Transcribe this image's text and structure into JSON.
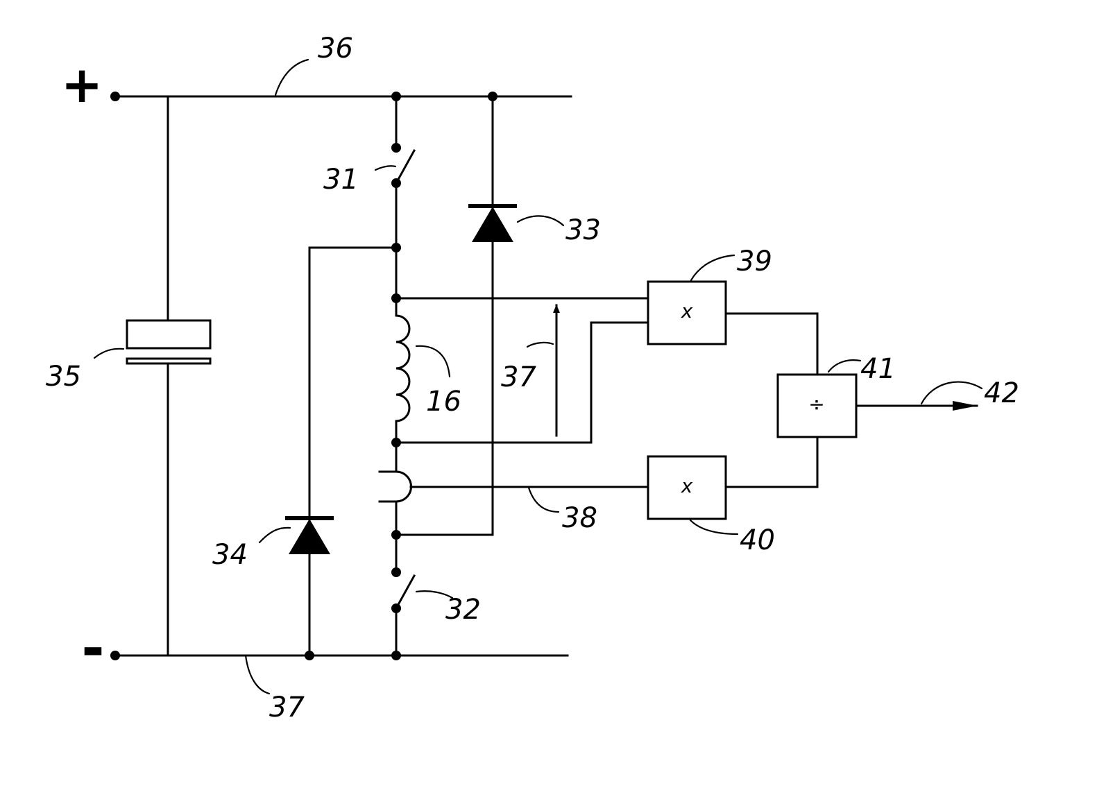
{
  "terminals": {
    "positive": "+",
    "negative": "-"
  },
  "labels": {
    "switch_31": "31",
    "switch_32": "32",
    "diode_33": "33",
    "diode_34": "34",
    "capacitor_35": "35",
    "rail_36": "36",
    "rail_37": "37",
    "voltage_37": "37",
    "sensor_38": "38",
    "coil_16": "16",
    "multiplier_39": "39",
    "multiplier_40": "40",
    "divider_41": "41",
    "output_42": "42"
  },
  "blocks": {
    "multiplier_39_symbol": "x",
    "multiplier_40_symbol": "x",
    "divider_41_symbol": "÷"
  }
}
